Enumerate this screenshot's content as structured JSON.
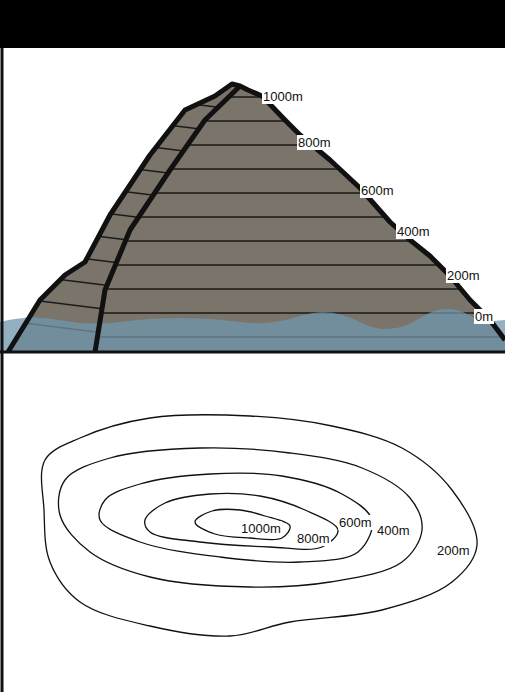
{
  "diagram": {
    "labels": [
      "1000m",
      "800m",
      "600m",
      "400m",
      "200m",
      "0m",
      "1000m",
      "800m",
      "600m",
      "400m",
      "200m"
    ]
  }
}
